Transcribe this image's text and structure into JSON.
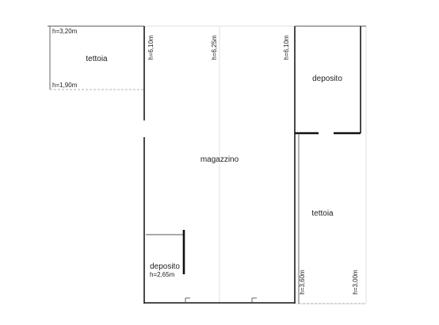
{
  "rooms": {
    "tettoia_top_left": "tettoia",
    "magazzino": "magazzino",
    "deposito_right": "deposito",
    "tettoia_right": "tettoia",
    "deposito_small": "deposito"
  },
  "heights": {
    "top_left_upper": "h=3,20m",
    "top_left_lower": "h=1,90m",
    "magazzino_left": "h=6,10m",
    "magazzino_center": "h=6,25m",
    "magazzino_right": "h=6,10m",
    "deposito_small": "h=2,65m",
    "tettoia_right_left": "h=3,60m",
    "tettoia_right_right": "h=3,00m"
  }
}
